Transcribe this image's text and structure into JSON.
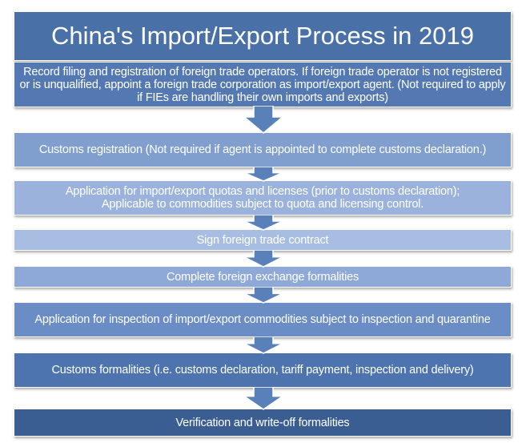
{
  "title": "China's Import/Export Process in 2019",
  "steps": [
    {
      "text": "Record filing and registration of foreign trade operators. If foreign trade operator is not registered or is unqualified, appoint a foreign trade corporation as import/export agent. (Not required to apply if FIEs are handling their own imports and exports)",
      "color": "#5479b2"
    },
    {
      "text": "Customs registration (Not required if agent is appointed to complete customs declaration.)",
      "color": "#809fcf"
    },
    {
      "text": "Application for import/export quotas and licenses (prior to customs declaration); Applicable to commodities subject to quota and licensing control.",
      "color": "#9bb3dc"
    },
    {
      "text": "Sign foreign trade contract",
      "color": "#a7bde2"
    },
    {
      "text": "Complete foreign exchange formalities",
      "color": "#8ea9d7"
    },
    {
      "text": "Application for inspection of import/export commodities subject to inspection and quarantine",
      "color": "#6b8dc5"
    },
    {
      "text": "Customs formalities (i.e. customs declaration, tariff payment, inspection and delivery)",
      "color": "#4d74ae"
    },
    {
      "text": "Verification and write-off formalities",
      "color": "#3b5e92"
    }
  ],
  "colors": {
    "title": "#4a70a8",
    "arrow": "#5a80ba"
  }
}
